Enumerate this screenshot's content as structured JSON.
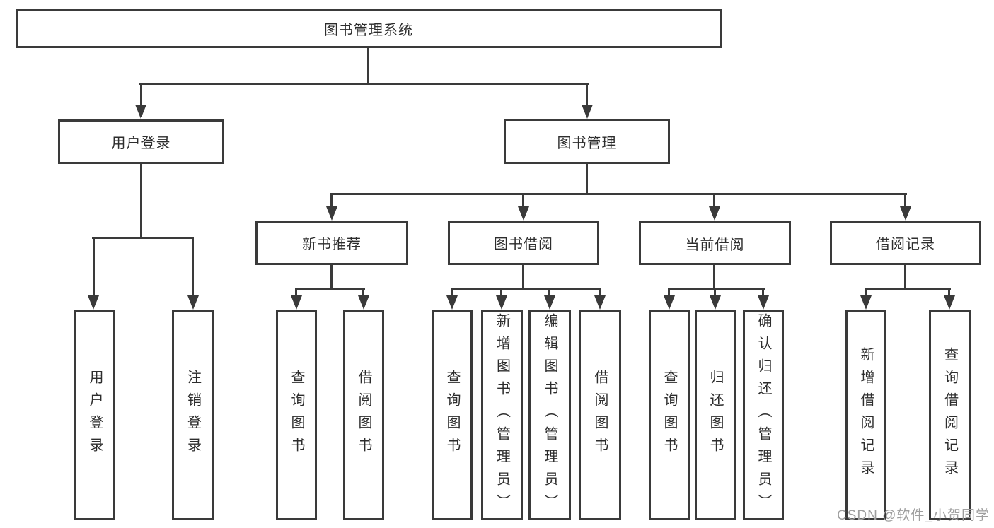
{
  "tree": {
    "root": "图书管理系统",
    "branches": [
      {
        "label": "用户登录",
        "leaves": [
          "用户登录",
          "注销登录"
        ]
      },
      {
        "label": "图书管理",
        "groups": [
          {
            "label": "新书推荐",
            "leaves": [
              "查询图书",
              "借阅图书"
            ]
          },
          {
            "label": "图书借阅",
            "leaves": [
              "查询图书",
              "新增图书（管理员）",
              "编辑图书（管理员）",
              "借阅图书"
            ]
          },
          {
            "label": "当前借阅",
            "leaves": [
              "查询图书",
              "归还图书",
              "确认归还（管理员）"
            ]
          },
          {
            "label": "借阅记录",
            "leaves": [
              "新增借阅记录",
              "查询借阅记录"
            ]
          }
        ]
      }
    ]
  },
  "watermark": {
    "text": "CSDN @软件_小贺同学"
  },
  "colors": {
    "line": "#3a3a3a",
    "text": "#2d2d2d",
    "watermark": "#9e9e9e",
    "background": "#ffffff"
  }
}
